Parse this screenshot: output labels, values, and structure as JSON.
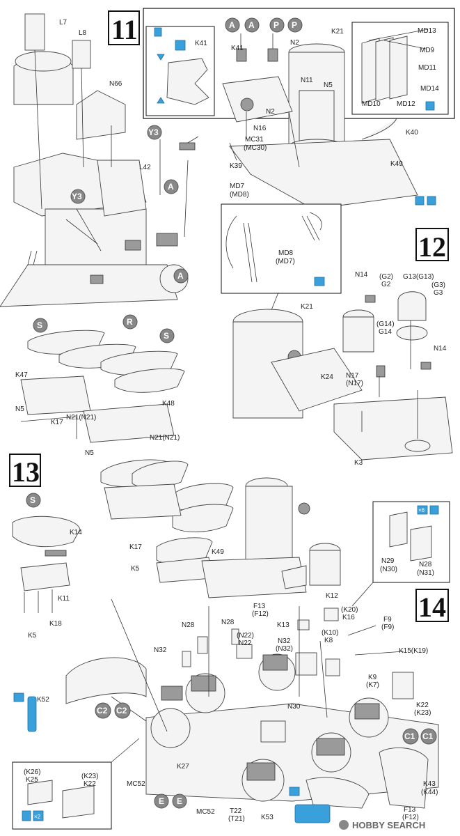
{
  "steps": {
    "s11": "11",
    "s12": "12",
    "s13": "13",
    "s14": "14"
  },
  "labels": {
    "L7": "L7",
    "L8": "L8",
    "N66": "N66",
    "L42": "L42",
    "Y3a": "Y3",
    "Y3b": "Y3",
    "K41a": "K41",
    "K41b": "K41",
    "N2a": "N2",
    "N2b": "N2",
    "K21a": "K21",
    "N11": "N11",
    "N5a": "N5",
    "N16": "N16",
    "MC31": "MC31",
    "MC30": "(MC30)",
    "K39": "K39",
    "MD7": "MD7",
    "MD8": "(MD8)",
    "K40": "K40",
    "K49a": "K49",
    "MD13": "MD13",
    "MD9": "MD9",
    "MD11": "MD11",
    "MD14": "MD14",
    "MD10": "MD10",
    "MD12": "MD12",
    "MD8b": "MD8",
    "MD7b": "(MD7)",
    "N14a": "N14",
    "G2p": "(G2)",
    "G2": "G2",
    "G13": "G13(G13)",
    "G3p": "(G3)",
    "G3": "G3",
    "K21b": "K21",
    "G14p": "(G14)",
    "G14": "G14",
    "N14b": "N14",
    "K24": "K24",
    "N17": "N17",
    "N17p": "(N17)",
    "K3": "K3",
    "K47": "K47",
    "N5b": "N5",
    "N21a": "N21(N21)",
    "K17a": "K17",
    "K48": "K48",
    "N21b": "N21(N21)",
    "N5c": "N5",
    "K17b": "K17",
    "K49b": "K49",
    "K5a": "K5",
    "K14": "K14",
    "K11": "K11",
    "K18": "K18",
    "K5b": "K5",
    "N29": "N29",
    "N30p": "(N30)",
    "N28a": "N28",
    "N31p": "(N31)",
    "F13a": "F13",
    "F12p": "(F12)",
    "K12": "K12",
    "K20p": "(K20)",
    "K16": "K16",
    "K13": "K13",
    "K10p": "(K10)",
    "K8": "K8",
    "F9": "F9",
    "F9p": "(F9)",
    "K15": "K15(K19)",
    "K9": "K9",
    "K7p": "(K7)",
    "K22a": "K22",
    "K23p": "(K23)",
    "N28b": "N28",
    "N28c": "N28",
    "N22p": "(N22)",
    "N22": "N22",
    "N32a": "N32",
    "N32b": "N32",
    "N32p": "(N32)",
    "K52": "K52",
    "N30": "N30",
    "C2p": "(C2)",
    "C2": "C2",
    "C1": "C1",
    "C1p": "(C1)",
    "K27": "K27",
    "MC52a": "MC52",
    "MC52b": "MC52",
    "T22": "T22",
    "T21p": "(T21)",
    "K53": "K53",
    "K43": "K43",
    "K44p": "(K44)",
    "F13b": "F13",
    "F12b": "(F12)",
    "K26p": "(K26)",
    "K25": "K25",
    "K23p2": "(K23)",
    "K22b": "K22"
  },
  "badges": {
    "A": "A",
    "P": "P",
    "R": "R",
    "S": "S",
    "E": "E",
    "Y3": "Y3",
    "C1": "C1",
    "C2": "C2"
  },
  "icons": {
    "x6": "×6",
    "x2": "×2"
  },
  "watermark": "HOBBY SEARCH"
}
